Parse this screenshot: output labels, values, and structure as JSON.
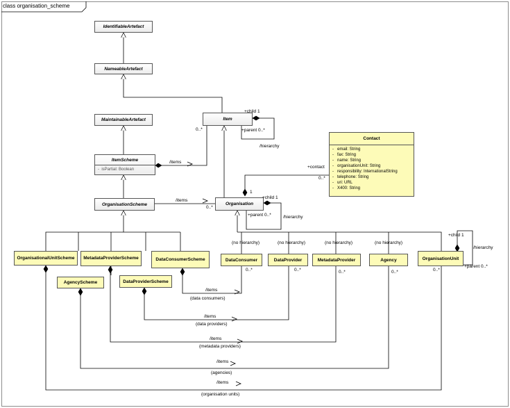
{
  "diagram": {
    "title": "class organisation_scheme"
  },
  "classes": {
    "identifiable_artefact": "IdentifiableArtefact",
    "nameable_artefact": "NameableArtefact",
    "maintainable_artefact": "MaintainableArtefact",
    "item": "Item",
    "item_scheme": {
      "name": "ItemScheme",
      "attrs": [
        "isPartial: Boolean"
      ]
    },
    "organisation_scheme": "OrganisationScheme",
    "organisation": "Organisation",
    "contact": {
      "name": "Contact",
      "attrs": [
        "email: String",
        "fax: String",
        "name: String",
        "organisationUnit: String",
        "responsibility: InternationalString",
        "telephone: String",
        "uri: URL",
        "X400: String"
      ]
    },
    "organisational_unit_scheme": "OrganisationalUnitScheme",
    "agency_scheme": "AgencyScheme",
    "metadata_provider_scheme": "MetadataProviderScheme",
    "data_provider_scheme": "DataProviderScheme",
    "data_consumer_scheme": "DataConsumerScheme",
    "data_consumer": "DataConsumer",
    "data_provider": "DataProvider",
    "metadata_provider": "MetadataProvider",
    "agency": "Agency",
    "organisation_unit": "OrganisationUnit"
  },
  "labels": {
    "child_1": "+child 1",
    "parent_0n": "+parent 0..*",
    "hierarchy": "/hierarchy",
    "zero_many": "0..*",
    "one": "1",
    "items": "/items",
    "contact": "+contact",
    "no_hierarchy": "(no hierarchy)",
    "data_consumers": "(data consumers)",
    "data_providers": "(data providers)",
    "metadata_providers": "(metadata providers)",
    "agencies": "(agencies)",
    "organisation_units": "(organisation units)"
  }
}
